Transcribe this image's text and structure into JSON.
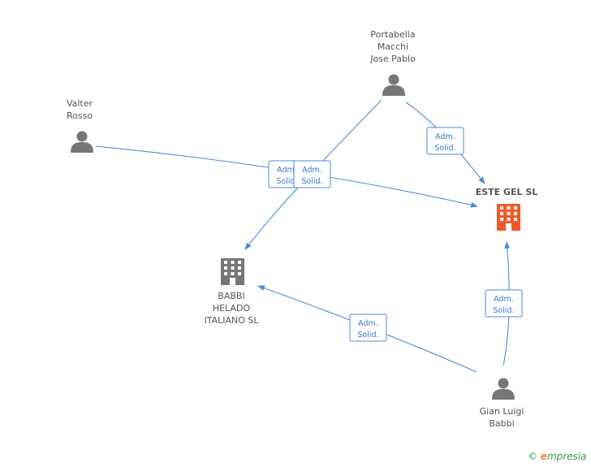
{
  "nodes": {
    "portabella": {
      "lines": [
        "Portabella",
        "Macchi",
        "Jose Pablo"
      ],
      "type": "person"
    },
    "valter": {
      "lines": [
        "Valter",
        "Rosso"
      ],
      "type": "person"
    },
    "este_gel": {
      "lines": [
        "ESTE GEL SL"
      ],
      "type": "company-main"
    },
    "babbi_helado": {
      "lines": [
        "BABBI",
        "HELADO",
        "ITALIANO SL"
      ],
      "type": "company"
    },
    "gian_luigi": {
      "lines": [
        "Gian Luigi",
        "Babbi"
      ],
      "type": "person"
    }
  },
  "edges": [
    {
      "from": "portabella",
      "to": "este_gel",
      "label": [
        "Adm.",
        "Solid."
      ]
    },
    {
      "from": "portabella",
      "to": "babbi_helado",
      "label": [
        "Adm.",
        "Solid."
      ]
    },
    {
      "from": "valter",
      "to": "este_gel",
      "label": [
        "Adm.",
        "Solid."
      ]
    },
    {
      "from": "gian_luigi",
      "to": "este_gel",
      "label": [
        "Adm.",
        "Solid."
      ]
    },
    {
      "from": "gian_luigi",
      "to": "babbi_helado",
      "label": [
        "Adm.",
        "Solid."
      ]
    }
  ],
  "footer": {
    "copyright": "©",
    "brand_initial": "e",
    "brand_rest": "mpresia"
  },
  "colors": {
    "edge": "#4a8cd9",
    "person_icon": "#777777",
    "company_icon": "#777777",
    "main_company_icon": "#f05a28"
  }
}
